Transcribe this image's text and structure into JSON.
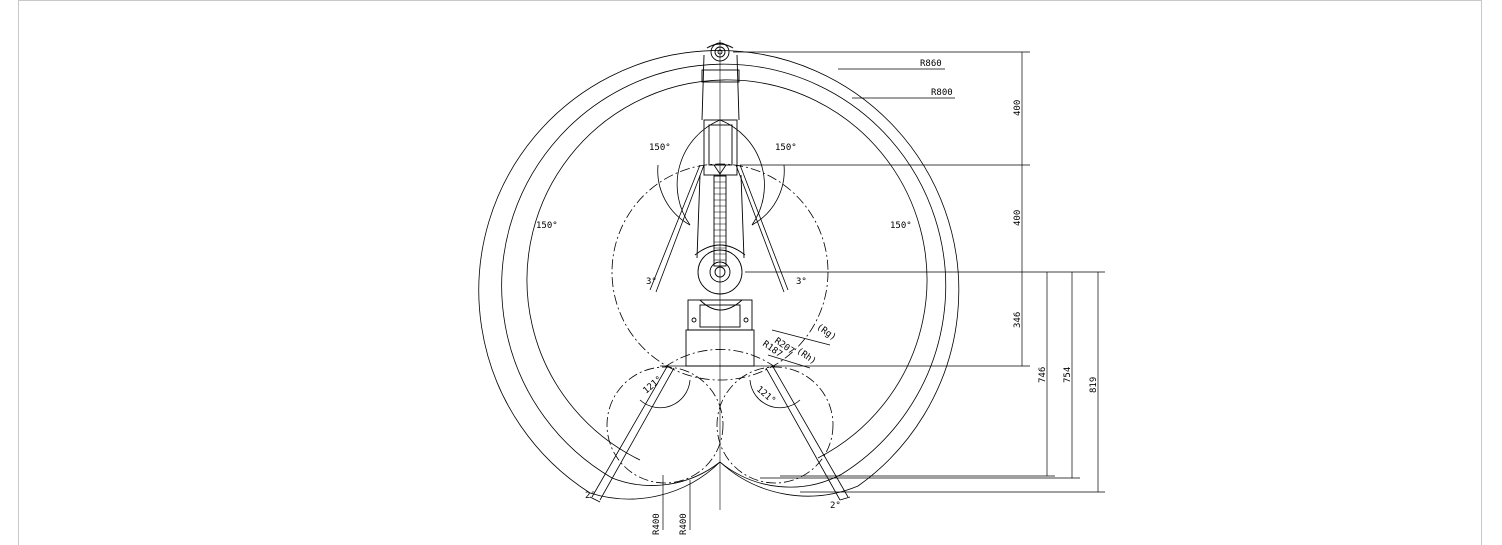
{
  "drawing": {
    "description_labels": {
      "reach_outer": "R860",
      "reach_inner": "R800",
      "link1_length": "400",
      "link2_length": "400",
      "base_offset": "346",
      "rear_746": "746",
      "rear_754": "754",
      "rear_819": "819",
      "joint_radius_a": "R207",
      "joint_radius_b": "R187",
      "rg": "(Rg)",
      "rh": "(Rh)",
      "angle_upper_left": "150°",
      "angle_upper_right": "150°",
      "angle_outer_left": "150°",
      "angle_outer_right": "150°",
      "angle_small_left": "3°",
      "angle_small_right": "3°",
      "angle_lower_left": "121°",
      "angle_lower_right": "121°",
      "angle_tip_left": "2°",
      "angle_tip_right": "2°",
      "r400_a": "R400",
      "r400_b": "R400"
    },
    "colors": {
      "line": "#000000",
      "frame": "#c8c8c8"
    }
  }
}
